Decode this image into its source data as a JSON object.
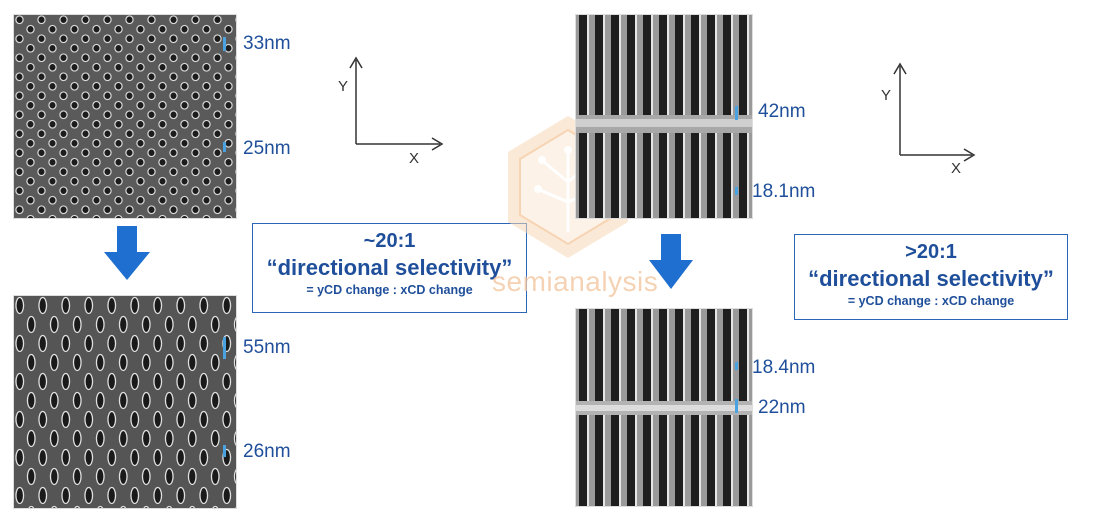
{
  "left": {
    "before": {
      "top_measure": "33nm",
      "bottom_measure": "25nm"
    },
    "after": {
      "top_measure": "55nm",
      "bottom_measure": "26nm"
    },
    "box": {
      "ratio": "~20:1",
      "title": "“directional selectivity”",
      "subtitle": "= yCD change : xCD change"
    }
  },
  "right": {
    "before": {
      "top_measure": "42nm",
      "bottom_measure": "18.1nm"
    },
    "after": {
      "top_measure": "18.4nm",
      "bottom_measure": "22nm"
    },
    "box": {
      "ratio": ">20:1",
      "title": "“directional selectivity”",
      "subtitle": "= yCD change : xCD change"
    }
  },
  "axes": {
    "y_label": "Y",
    "x_label": "X"
  },
  "watermark": "semianalysis",
  "colors": {
    "text_blue": "#1f4f9a",
    "arrow_blue": "#1e6fcf",
    "tick_blue": "#4aa3e0",
    "watermark_orange": "#f0a860"
  }
}
